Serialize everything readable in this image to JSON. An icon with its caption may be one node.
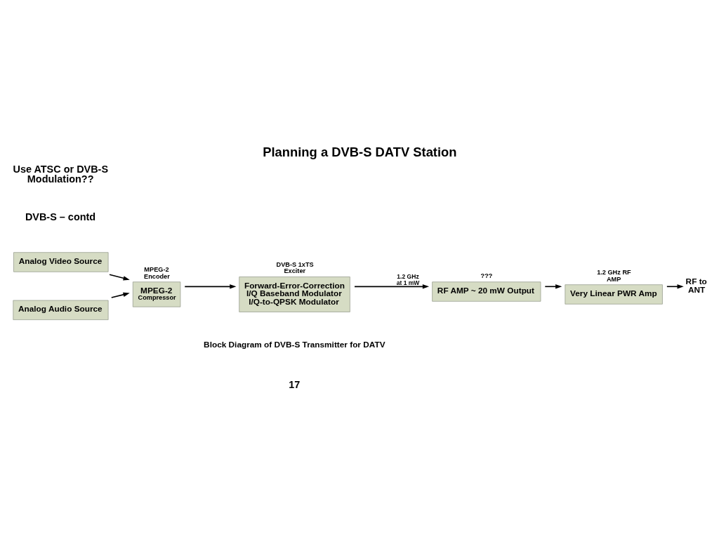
{
  "diagram": {
    "title": "Planning a DVB-S DATV Station",
    "caption": "Block Diagram of DVB-S Transmitter for DATV",
    "nodes": [
      {
        "text": [
          "Analog Video Source"
        ]
      },
      {
        "text": [
          "Analog Audio Source"
        ]
      },
      {
        "text": [
          "MPEG-2",
          "Compressor"
        ],
        "beside": [
          "MPEG-2 Encoder"
        ]
      },
      {
        "text": [
          "Forward-Error-Correction I/Q Baseband Modulator I/Q-to-QPSK Modulator"
        ],
        "beside": [
          "DVB-S 1xTS Exciter"
        ]
      },
      {
        "text": [
          "RF AMP ~ 20 mW Output"
        ],
        "beside": [
          "???"
        ]
      },
      {
        "text": [
          "Very Linear PWR Amp"
        ],
        "beside": [
          "1.2 GHz RF AMP"
        ]
      },
      {
        "text": [
          "RF to ANT"
        ]
      }
    ],
    "edges": [
      {
        "from": 0,
        "to": 2,
        "arrow": "to"
      },
      {
        "from": 1,
        "to": 2,
        "arrow": "to"
      },
      {
        "from": 2,
        "to": 3,
        "arrow": "to"
      },
      {
        "from": 3,
        "to": 4,
        "arrow": "to",
        "label": "1.2 GHz at 1 mW"
      },
      {
        "from": 4,
        "to": 5,
        "arrow": "to"
      },
      {
        "from": 5,
        "to": 6,
        "arrow": "to"
      }
    ],
    "labels": [
      "Use ATSC or DVB-S Modulation??",
      "DVB-S – contd",
      "17"
    ]
  }
}
